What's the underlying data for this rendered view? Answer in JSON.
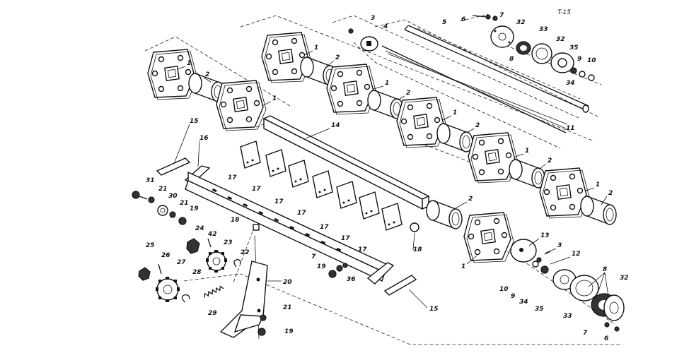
{
  "drawing": {
    "sheet_code": "T-15",
    "callouts": {
      "flange_a": "1",
      "flange_b": "1",
      "flange_c": "1",
      "flange_d": "1",
      "flange_e": "1",
      "flange_f": "1",
      "flange_g": "1",
      "flange_h": "1",
      "sleeve_a": "2",
      "sleeve_b": "2",
      "sleeve_c": "2",
      "sleeve_d": "2",
      "sleeve_e": "2",
      "sleeve_f": "2",
      "sleeve_g": "2",
      "bolt_top": "3",
      "washer_top": "4",
      "shaft_long": "5",
      "screw_top": "6",
      "nut_top": "7",
      "bearing_top": "8",
      "washer_9_top": "9",
      "washer_10_top": "10",
      "rods": "11",
      "square_shaft": "14",
      "plate_15a": "15",
      "plate_15b": "15",
      "bracket_16": "16",
      "blade_a": "17",
      "blade_b": "17",
      "blade_c": "17",
      "blade_d": "17",
      "blade_e": "17",
      "blade_f": "17",
      "blade_g": "17",
      "bolt_18a": "18",
      "bolt_18b": "18",
      "nut_19a": "19",
      "nut_19b": "19",
      "nut_19c": "19",
      "arm_20": "20",
      "washer_21a": "21",
      "washer_21b": "21",
      "washer_21c": "21",
      "clip_22": "22",
      "sprocket_23": "23",
      "hub_24": "24",
      "nut_25": "25",
      "key_26": "26",
      "sprocket_27": "27",
      "clip_28": "28",
      "spring_29": "29",
      "washer_30": "30",
      "bolt_31": "31",
      "housing_32a": "32",
      "housing_32b": "32",
      "housing_32c": "32",
      "ring_33a": "33",
      "ring_33b": "33",
      "washer_34a": "34",
      "washer_34b": "34",
      "cap_35a": "35",
      "cap_35b": "35",
      "nut_36": "36",
      "pin_42": "42",
      "disc_13": "13",
      "bolt_3b": "3",
      "pin_12": "12",
      "washer_10b": "10",
      "washer_9b": "9",
      "bearing_8b": "8",
      "screw_6b": "6",
      "nut_7b": "7",
      "nut_7c": "7"
    }
  }
}
